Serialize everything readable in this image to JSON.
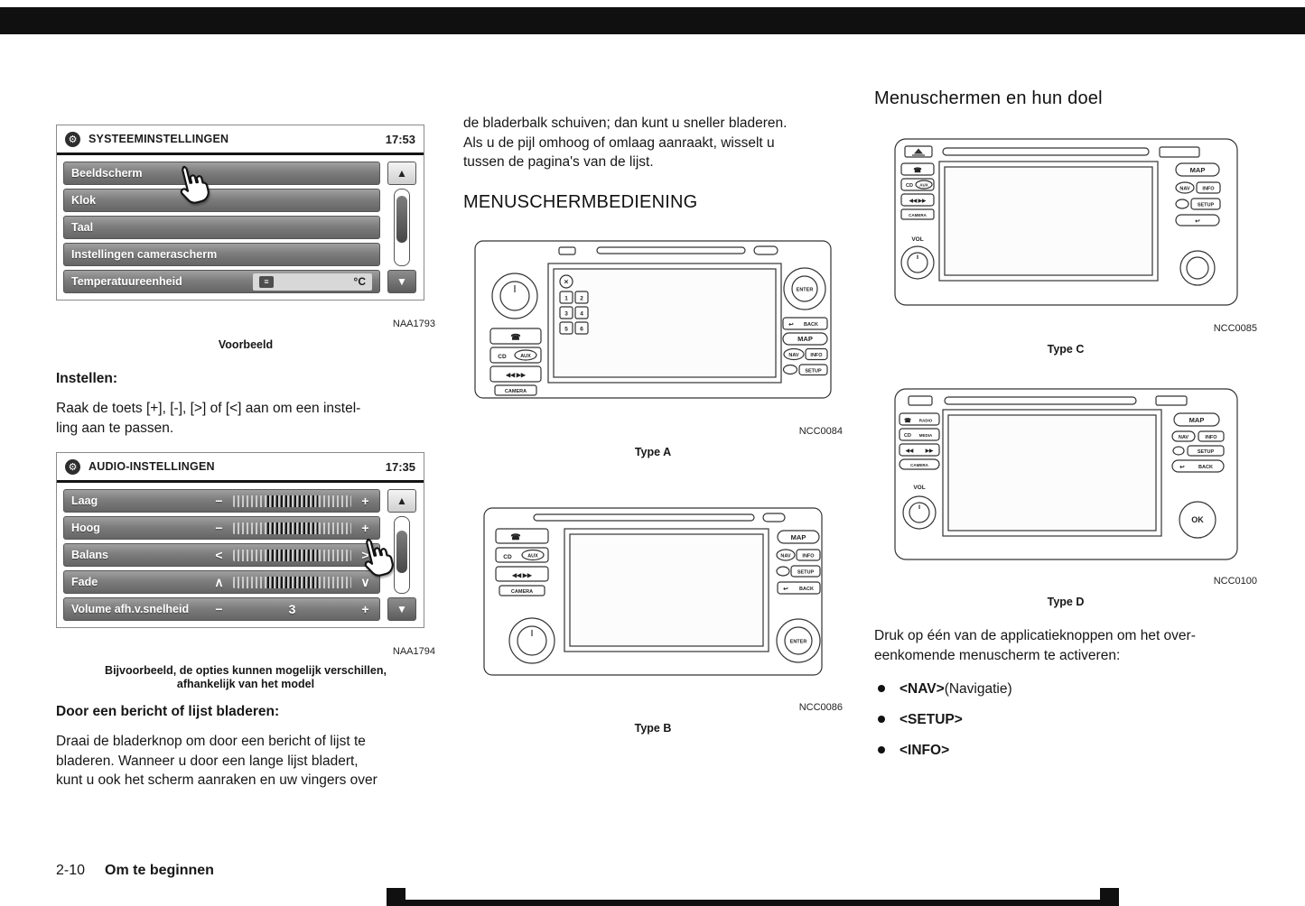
{
  "icons": {
    "gear": "⚙",
    "arrow_up": "▲",
    "arrow_down": "▼",
    "phone": "☎",
    "seek": "◀◀ ▶▶",
    "seek_prev": "◀◀",
    "seek_next": "▶▶",
    "close": "✕",
    "back_arrow": "↩",
    "list": "≡"
  },
  "left": {
    "settings_screen": {
      "title": "SYSTEEMINSTELLINGEN",
      "time": "17:53",
      "items": [
        {
          "label": "Beeldscherm"
        },
        {
          "label": "Klok"
        },
        {
          "label": "Taal"
        },
        {
          "label": "Instellingen camerascherm"
        },
        {
          "label": "Temperatuureenheid",
          "unit": "°C"
        }
      ]
    },
    "code1": "NAA1793",
    "caption1": "Voorbeeld",
    "heading1": "Instellen:",
    "para1": [
      "Raak de toets [+], [-], [>] of [<] aan om een instel-",
      "ling aan te passen."
    ],
    "audio_screen": {
      "title": "AUDIO-INSTELLINGEN",
      "time": "17:35",
      "rows": [
        {
          "label": "Laag",
          "left": "−",
          "right": "+"
        },
        {
          "label": "Hoog",
          "left": "−",
          "right": "+"
        },
        {
          "label": "Balans",
          "left": "<",
          "right": ">"
        },
        {
          "label": "Fade",
          "left": "∧",
          "right": "∨"
        },
        {
          "label": "Volume afh.v.snelheid",
          "left": "−",
          "right": "+",
          "value": "3"
        }
      ]
    },
    "code2": "NAA1794",
    "caption2": [
      "Bijvoorbeeld, de opties kunnen mogelijk verschillen,",
      "afhankelijk van het model"
    ],
    "heading2": "Door een bericht of lijst bladeren:",
    "para2": [
      "Draai de bladerknop om door een bericht of lijst te",
      "bladeren. Wanneer u door een lange lijst bladert,",
      "kunt u ook het scherm aanraken en uw vingers over"
    ]
  },
  "middle": {
    "para": [
      "de bladerbalk schuiven; dan kunt u sneller bladeren.",
      "Als u de pijl omhoog of omlaag aanraakt, wisselt u",
      "tussen de pagina's van de lijst."
    ],
    "heading": "MENUSCHERMBEDIENING"
  },
  "right": {
    "heading": "Menuschermen en hun doel",
    "para": [
      "Druk op één van de applicatieknoppen om het over-",
      "eenkomende menuscherm te activeren:"
    ],
    "bullets": [
      {
        "key": "<NAV>",
        "rest": " (Navigatie)"
      },
      {
        "key": "<SETUP>",
        "rest": ""
      },
      {
        "key": "<INFO>",
        "rest": ""
      }
    ]
  },
  "figures": {
    "a": {
      "code": "NCC0084",
      "label": "Type A",
      "keys": [
        "1",
        "2",
        "3",
        "4",
        "5",
        "6"
      ],
      "cd": "CD",
      "aux": "AUX",
      "camera": "CAMERA",
      "back": "BACK",
      "map": "MAP",
      "nav": "NAV",
      "info": "INFO",
      "setup": "SETUP",
      "enter": "ENTER"
    },
    "b": {
      "code": "NCC0086",
      "label": "Type B",
      "cd": "CD",
      "aux": "AUX",
      "camera": "CAMERA",
      "map": "MAP",
      "nav": "NAV",
      "info": "INFO",
      "setup": "SETUP",
      "back": "BACK",
      "enter": "ENTER"
    },
    "c": {
      "code": "NCC0085",
      "label": "Type C",
      "cd": "CD",
      "aux": "AUX",
      "camera": "CAMERA",
      "map": "MAP",
      "nav": "NAV",
      "info": "INFO",
      "setup": "SETUP",
      "vol": "VOL"
    },
    "d": {
      "code": "NCC0100",
      "label": "Type D",
      "radio": "RADIO",
      "media": "MEDIA",
      "cd": "CD",
      "camera": "CAMERA",
      "vol": "VOL",
      "map": "MAP",
      "nav": "NAV",
      "info": "INFO",
      "setup": "SETUP",
      "back": "BACK",
      "ok": "OK"
    }
  },
  "footer": {
    "page": "2-10",
    "section": "Om te beginnen"
  }
}
